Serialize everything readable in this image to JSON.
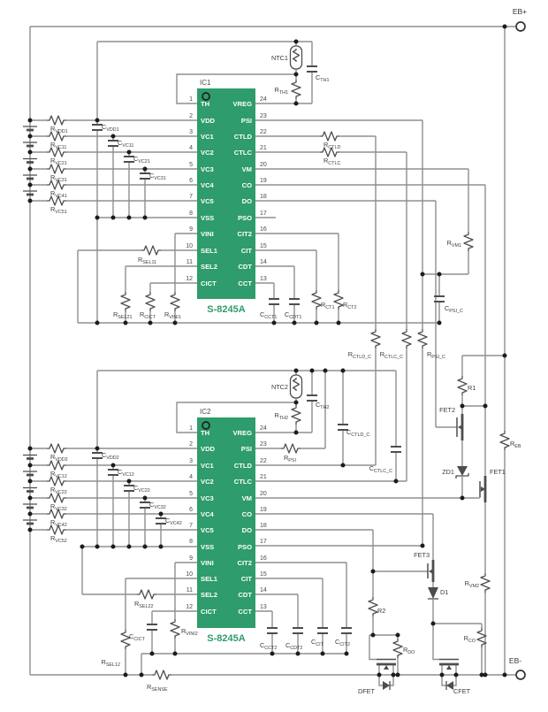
{
  "schematic": {
    "terminals": {
      "positive": "EB+",
      "negative": "EB-"
    },
    "colors": {
      "ic_body": "#2E9C6C",
      "wire": "#8F8F8F",
      "component": "#4D4D4D",
      "text": "#3C3C3C"
    },
    "ic1": {
      "ref": "IC1",
      "part": "S-8245A",
      "left_pins": [
        {
          "n": "1",
          "name": "TH"
        },
        {
          "n": "2",
          "name": "VDD"
        },
        {
          "n": "3",
          "name": "VC1"
        },
        {
          "n": "4",
          "name": "VC2"
        },
        {
          "n": "5",
          "name": "VC3"
        },
        {
          "n": "6",
          "name": "VC4"
        },
        {
          "n": "7",
          "name": "VC5"
        },
        {
          "n": "8",
          "name": "VSS"
        },
        {
          "n": "9",
          "name": "VINI"
        },
        {
          "n": "10",
          "name": "SEL1"
        },
        {
          "n": "11",
          "name": "SEL2"
        },
        {
          "n": "12",
          "name": "CICT"
        }
      ],
      "right_pins": [
        {
          "n": "24",
          "name": "VREG"
        },
        {
          "n": "23",
          "name": "PSI"
        },
        {
          "n": "22",
          "name": "CTLD"
        },
        {
          "n": "21",
          "name": "CTLC"
        },
        {
          "n": "20",
          "name": "VM"
        },
        {
          "n": "19",
          "name": "CO"
        },
        {
          "n": "18",
          "name": "DO"
        },
        {
          "n": "17",
          "name": "PSO"
        },
        {
          "n": "16",
          "name": "CIT2"
        },
        {
          "n": "15",
          "name": "CIT"
        },
        {
          "n": "14",
          "name": "CDT"
        },
        {
          "n": "13",
          "name": "CCT"
        }
      ]
    },
    "ic2": {
      "ref": "IC2",
      "part": "S-8245A",
      "left_pins": [
        {
          "n": "1",
          "name": "TH"
        },
        {
          "n": "2",
          "name": "VDD"
        },
        {
          "n": "3",
          "name": "VC1"
        },
        {
          "n": "4",
          "name": "VC2"
        },
        {
          "n": "5",
          "name": "VC3"
        },
        {
          "n": "6",
          "name": "VC4"
        },
        {
          "n": "7",
          "name": "VC5"
        },
        {
          "n": "8",
          "name": "VSS"
        },
        {
          "n": "9",
          "name": "VINI"
        },
        {
          "n": "10",
          "name": "SEL1"
        },
        {
          "n": "11",
          "name": "SEL2"
        },
        {
          "n": "12",
          "name": "CICT"
        }
      ],
      "right_pins": [
        {
          "n": "24",
          "name": "VREG"
        },
        {
          "n": "23",
          "name": "PSI"
        },
        {
          "n": "22",
          "name": "CTLD"
        },
        {
          "n": "21",
          "name": "CTLC"
        },
        {
          "n": "20",
          "name": "VM"
        },
        {
          "n": "19",
          "name": "CO"
        },
        {
          "n": "18",
          "name": "DO"
        },
        {
          "n": "17",
          "name": "PSO"
        },
        {
          "n": "16",
          "name": "CIT2"
        },
        {
          "n": "15",
          "name": "CIT"
        },
        {
          "n": "14",
          "name": "CDT"
        },
        {
          "n": "13",
          "name": "CCT"
        }
      ]
    },
    "labels": {
      "NTC1": {
        "m": "NTC1",
        "s": ""
      },
      "RTH1": {
        "m": "R",
        "s": "TH1"
      },
      "CTH1": {
        "m": "C",
        "s": "TH1"
      },
      "RVDD1": {
        "m": "R",
        "s": "VDD1"
      },
      "RVC11": {
        "m": "R",
        "s": "VC11"
      },
      "RVC21": {
        "m": "R",
        "s": "VC21"
      },
      "RVC31": {
        "m": "R",
        "s": "VC31"
      },
      "RVC41": {
        "m": "R",
        "s": "VC41"
      },
      "RVC51": {
        "m": "R",
        "s": "VC51"
      },
      "CVDD1": {
        "m": "C",
        "s": "VDD1"
      },
      "CVC11": {
        "m": "C",
        "s": "VC11"
      },
      "CVC21": {
        "m": "C",
        "s": "VC21"
      },
      "CVC31": {
        "m": "C",
        "s": "VC31"
      },
      "RCTLD": {
        "m": "R",
        "s": "CTLD"
      },
      "RCTLC": {
        "m": "R",
        "s": "CTLC"
      },
      "RSEL11": {
        "m": "R",
        "s": "SEL11"
      },
      "RSEL21": {
        "m": "R",
        "s": "SEL21"
      },
      "RCICT": {
        "m": "R",
        "s": "CICT"
      },
      "RVINI1": {
        "m": "R",
        "s": "VINI1"
      },
      "CCCT1": {
        "m": "C",
        "s": "CCT1"
      },
      "CCDT1": {
        "m": "C",
        "s": "CDT1"
      },
      "RCT1": {
        "m": "R",
        "s": "CT1"
      },
      "RCT2": {
        "m": "R",
        "s": "CT2"
      },
      "RVM1": {
        "m": "R",
        "s": "VM1"
      },
      "CPSIC": {
        "m": "C",
        "s": "PSI_C"
      },
      "RCTLDC": {
        "m": "R",
        "s": "CTLD_C"
      },
      "RCTLCC": {
        "m": "R",
        "s": "CTLC_C"
      },
      "RPSIC": {
        "m": "R",
        "s": "PSI_C"
      },
      "NTC2": {
        "m": "NTC2",
        "s": ""
      },
      "RTH2": {
        "m": "R",
        "s": "TH2"
      },
      "CTH2": {
        "m": "C",
        "s": "TH2"
      },
      "CCTLDC": {
        "m": "C",
        "s": "CTLD_C"
      },
      "CCTLCC": {
        "m": "C",
        "s": "CTLC_C"
      },
      "RPSI": {
        "m": "R",
        "s": "PSI"
      },
      "RVDD2": {
        "m": "R",
        "s": "VDD2"
      },
      "RVC12": {
        "m": "R",
        "s": "VC12"
      },
      "RVC22": {
        "m": "R",
        "s": "VC22"
      },
      "RVC32": {
        "m": "R",
        "s": "VC32"
      },
      "RVC42": {
        "m": "R",
        "s": "VC42"
      },
      "RVC52": {
        "m": "R",
        "s": "VC52"
      },
      "CVDD2": {
        "m": "C",
        "s": "VDD2"
      },
      "CVC12": {
        "m": "C",
        "s": "VC12"
      },
      "CVC22": {
        "m": "C",
        "s": "VC22"
      },
      "CVC32": {
        "m": "C",
        "s": "VC32"
      },
      "CVC42": {
        "m": "C",
        "s": "VC42"
      },
      "RSEL22": {
        "m": "R",
        "s": "SEL22"
      },
      "CCICT": {
        "m": "C",
        "s": "CICT"
      },
      "RVINI2": {
        "m": "R",
        "s": "VINI2"
      },
      "RSEL12": {
        "m": "R",
        "s": "SEL12"
      },
      "RSENSE": {
        "m": "R",
        "s": "SENSE"
      },
      "CCCT2": {
        "m": "C",
        "s": "CCT2"
      },
      "CCDT2": {
        "m": "C",
        "s": "CDT2"
      },
      "CCIT": {
        "m": "C",
        "s": "CIT"
      },
      "CCIT2": {
        "m": "C",
        "s": "CIT2"
      },
      "R1": {
        "m": "R1",
        "s": ""
      },
      "R2": {
        "m": "R2",
        "s": ""
      },
      "RDO": {
        "m": "R",
        "s": "DO"
      },
      "RCO": {
        "m": "R",
        "s": "CO"
      },
      "RVM2": {
        "m": "R",
        "s": "VM2"
      },
      "REB": {
        "m": "R",
        "s": "EB"
      },
      "FET1": {
        "m": "FET1",
        "s": ""
      },
      "FET2": {
        "m": "FET2",
        "s": ""
      },
      "FET3": {
        "m": "FET3",
        "s": ""
      },
      "DFET": {
        "m": "DFET",
        "s": ""
      },
      "CFET": {
        "m": "CFET",
        "s": ""
      },
      "D1": {
        "m": "D1",
        "s": ""
      },
      "ZD1": {
        "m": "ZD1",
        "s": ""
      }
    }
  }
}
